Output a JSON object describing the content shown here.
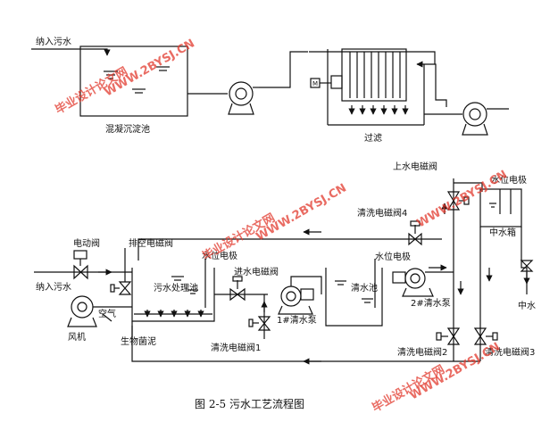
{
  "labels": {
    "inlet_top": "纳入污水",
    "coag_tank": "混凝沉淀池",
    "filter": "过滤",
    "upper_valve": "上水电磁阀",
    "level_electrode_right": "水位电极",
    "wash_valve_4": "清洗电磁阀4",
    "mid_tank": "中水箱",
    "electric_valve": "电动阀",
    "drain_valve": "排空电磁阀",
    "level_electrode_left": "水位电极",
    "inlet_valve": "进水电磁阀",
    "level_electrode_mid": "水位电极",
    "inlet_bottom": "纳入污水",
    "treat_tank": "污水处理池",
    "clear_tank": "清水池",
    "pump2": "2#清水泵",
    "air": "空气",
    "pump1": "1#清水泵",
    "reclaimed": "中水",
    "blower": "风机",
    "biofilm": "生物菌泥",
    "wash_valve_1": "清洗电磁阀1",
    "wash_valve_2": "清洗电磁阀2",
    "wash_valve_3": "清洗电磁阀3",
    "caption": "图 2-5  污水工艺流程图",
    "motor_symbol": "M"
  },
  "watermarks": {
    "text_top": "毕业设计论文网",
    "url_top": "WWW.2BYSJ.CN",
    "text_mid": "毕业设计论文网",
    "url_mid": "WWW.2BYSJ.CN",
    "url_right": "WWW.2BYSJ.CN",
    "text_bottom": "毕业设计论文网",
    "url_bottom": "WWW.2BYSJ.CN",
    "color": "#e23a2e"
  }
}
